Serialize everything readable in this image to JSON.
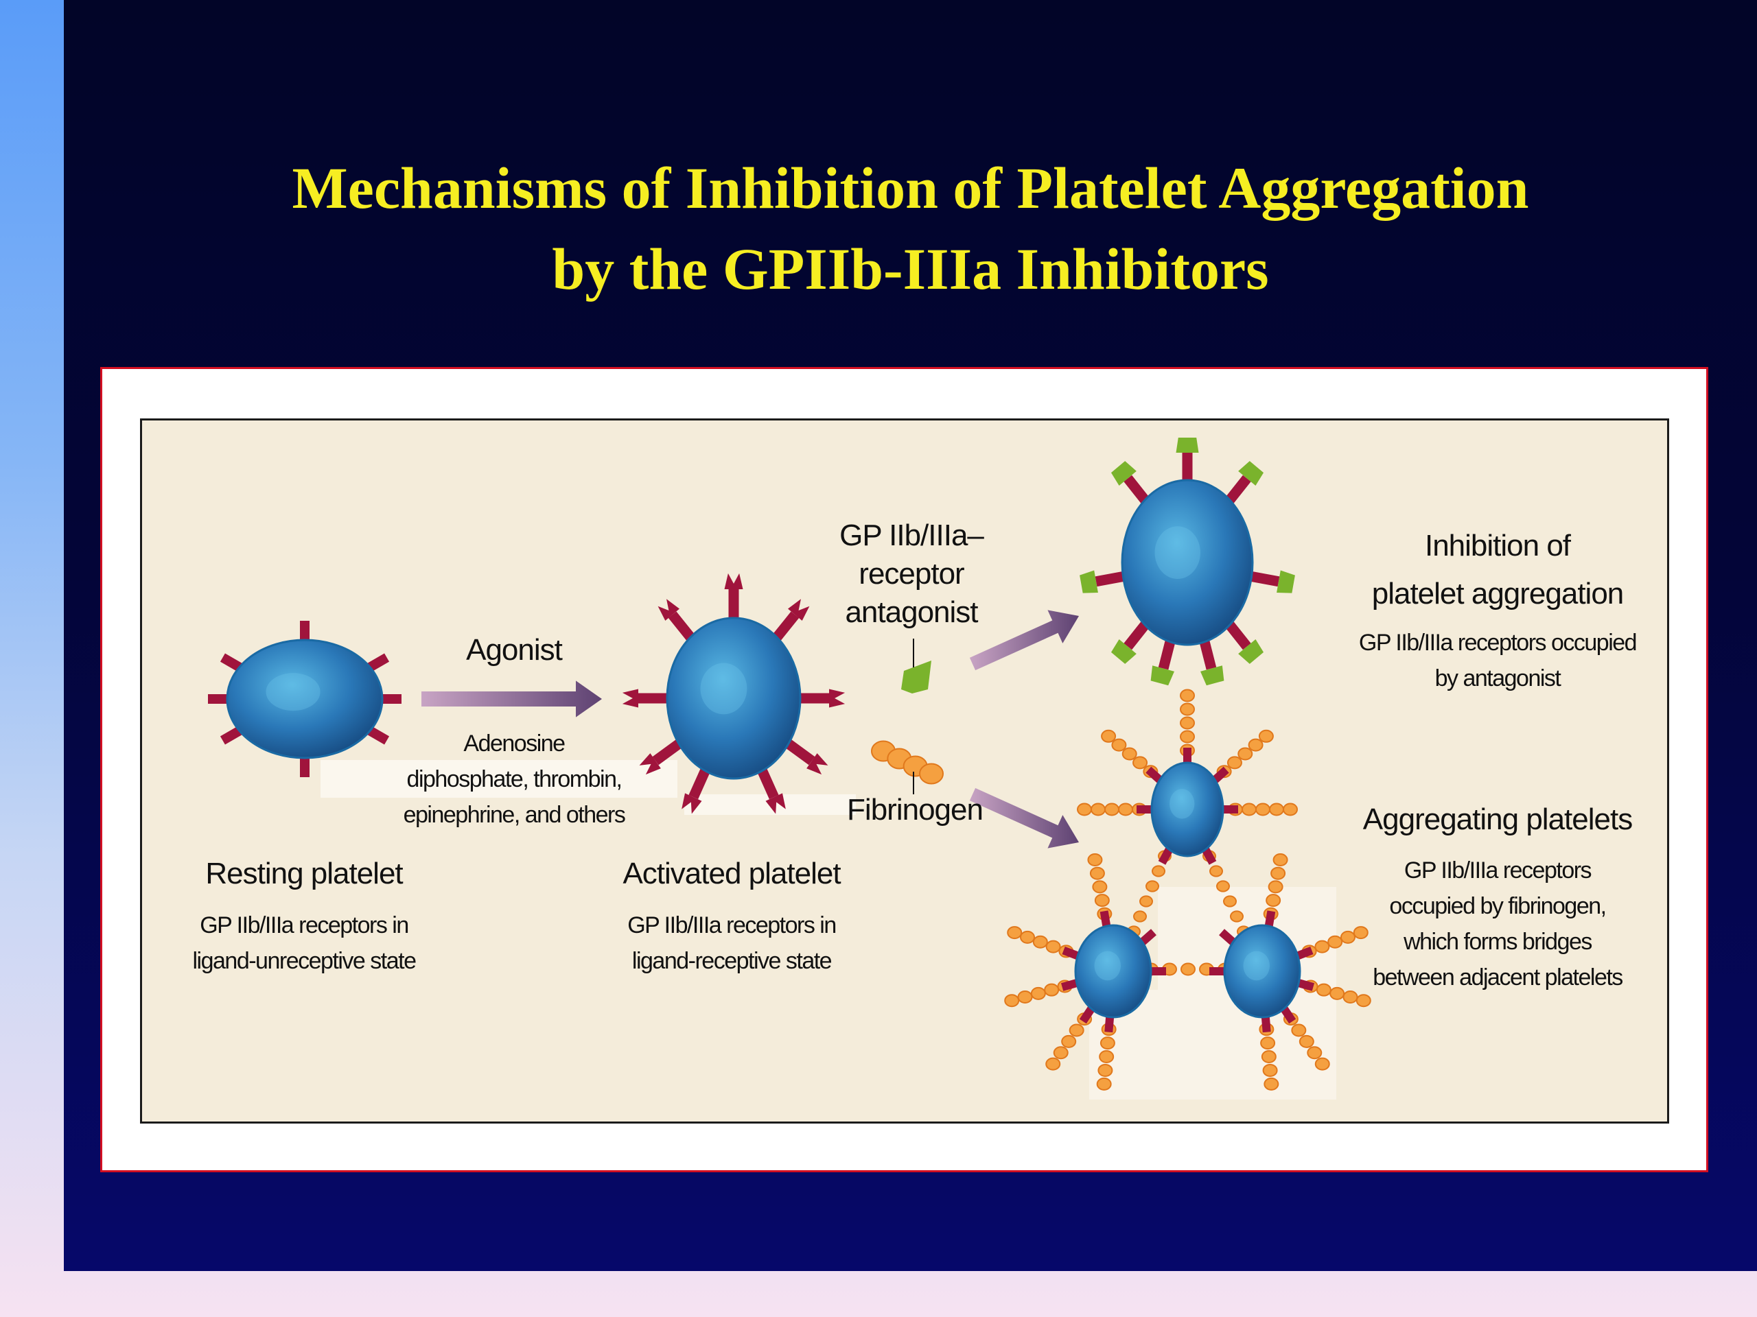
{
  "title": {
    "line1": "Mechanisms of Inhibition of Platelet Aggregation",
    "line2": "by the GPIIb-IIIa Inhibitors"
  },
  "diagram": {
    "agonist_label": "Agonist",
    "agonist_examples": [
      "Adenosine",
      "diphosphate, thrombin,",
      "epinephrine, and others"
    ],
    "antagonist_label": [
      "GP IIb/IIIa–",
      "receptor",
      "antagonist"
    ],
    "fibrinogen_label": "Fibrinogen",
    "resting": {
      "title": "Resting platelet",
      "desc": [
        "GP IIb/IIIa receptors in",
        "ligand-unreceptive state"
      ]
    },
    "activated": {
      "title": "Activated platelet",
      "desc": [
        "GP IIb/IIIa receptors in",
        "ligand-receptive state"
      ]
    },
    "inhibition": {
      "title": [
        "Inhibition of",
        "platelet aggregation"
      ],
      "desc": [
        "GP IIb/IIIa receptors occupied",
        "by antagonist"
      ]
    },
    "aggregating": {
      "title": "Aggregating platelets",
      "desc": [
        "GP IIb/IIIa receptors",
        "occupied by fibrinogen,",
        "which forms bridges",
        "between adjacent platelets"
      ]
    },
    "colors": {
      "platelet": "#2a78b8",
      "receptor": "#a0143c",
      "antagonist": "#7ab32c",
      "fibrinogen": "#f5a040",
      "arrow": "#6c5080"
    }
  }
}
